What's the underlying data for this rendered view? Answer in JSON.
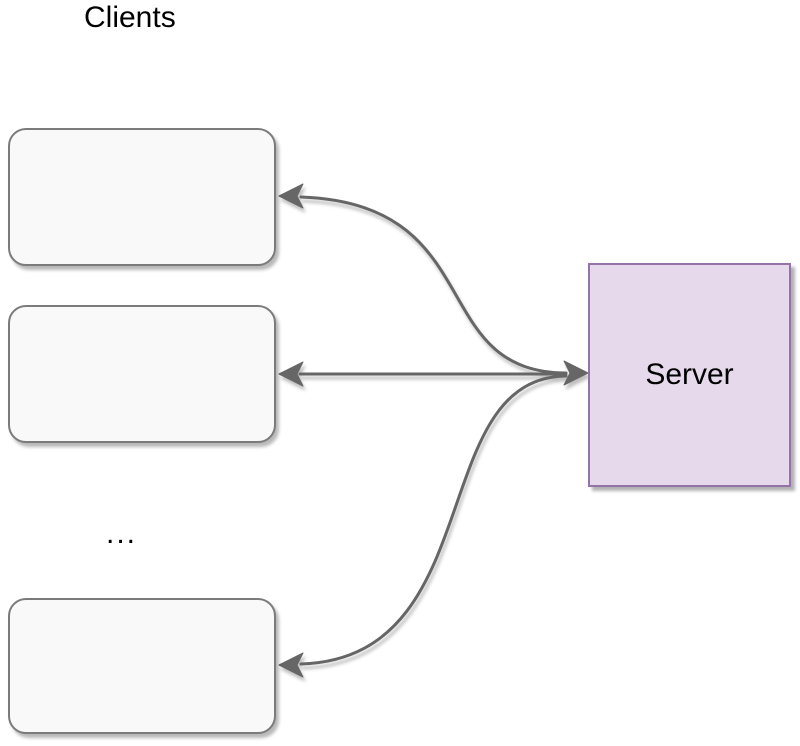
{
  "diagram": {
    "clients_label": "Clients",
    "ellipsis": "...",
    "server_label": "Server",
    "nodes": [
      {
        "id": "client-1",
        "label": "",
        "shape": "rounded-rectangle"
      },
      {
        "id": "client-2",
        "label": "",
        "shape": "rounded-rectangle"
      },
      {
        "id": "client-3",
        "label": "",
        "shape": "rounded-rectangle"
      },
      {
        "id": "server",
        "label": "Server",
        "shape": "rectangle"
      }
    ],
    "edges": [
      {
        "from": "server",
        "to": "client-1",
        "style": "curved",
        "bidirectional": true
      },
      {
        "from": "server",
        "to": "client-2",
        "style": "straight",
        "bidirectional": true
      },
      {
        "from": "server",
        "to": "client-3",
        "style": "curved",
        "bidirectional": true
      }
    ],
    "colors": {
      "background": "#ffffff",
      "client_fill": "#f9f9f9",
      "client_border": "#7b7b7b",
      "server_fill": "#e5d9eb",
      "server_border": "#9673a6",
      "edge_stroke": "#666666",
      "text": "#000000"
    }
  }
}
